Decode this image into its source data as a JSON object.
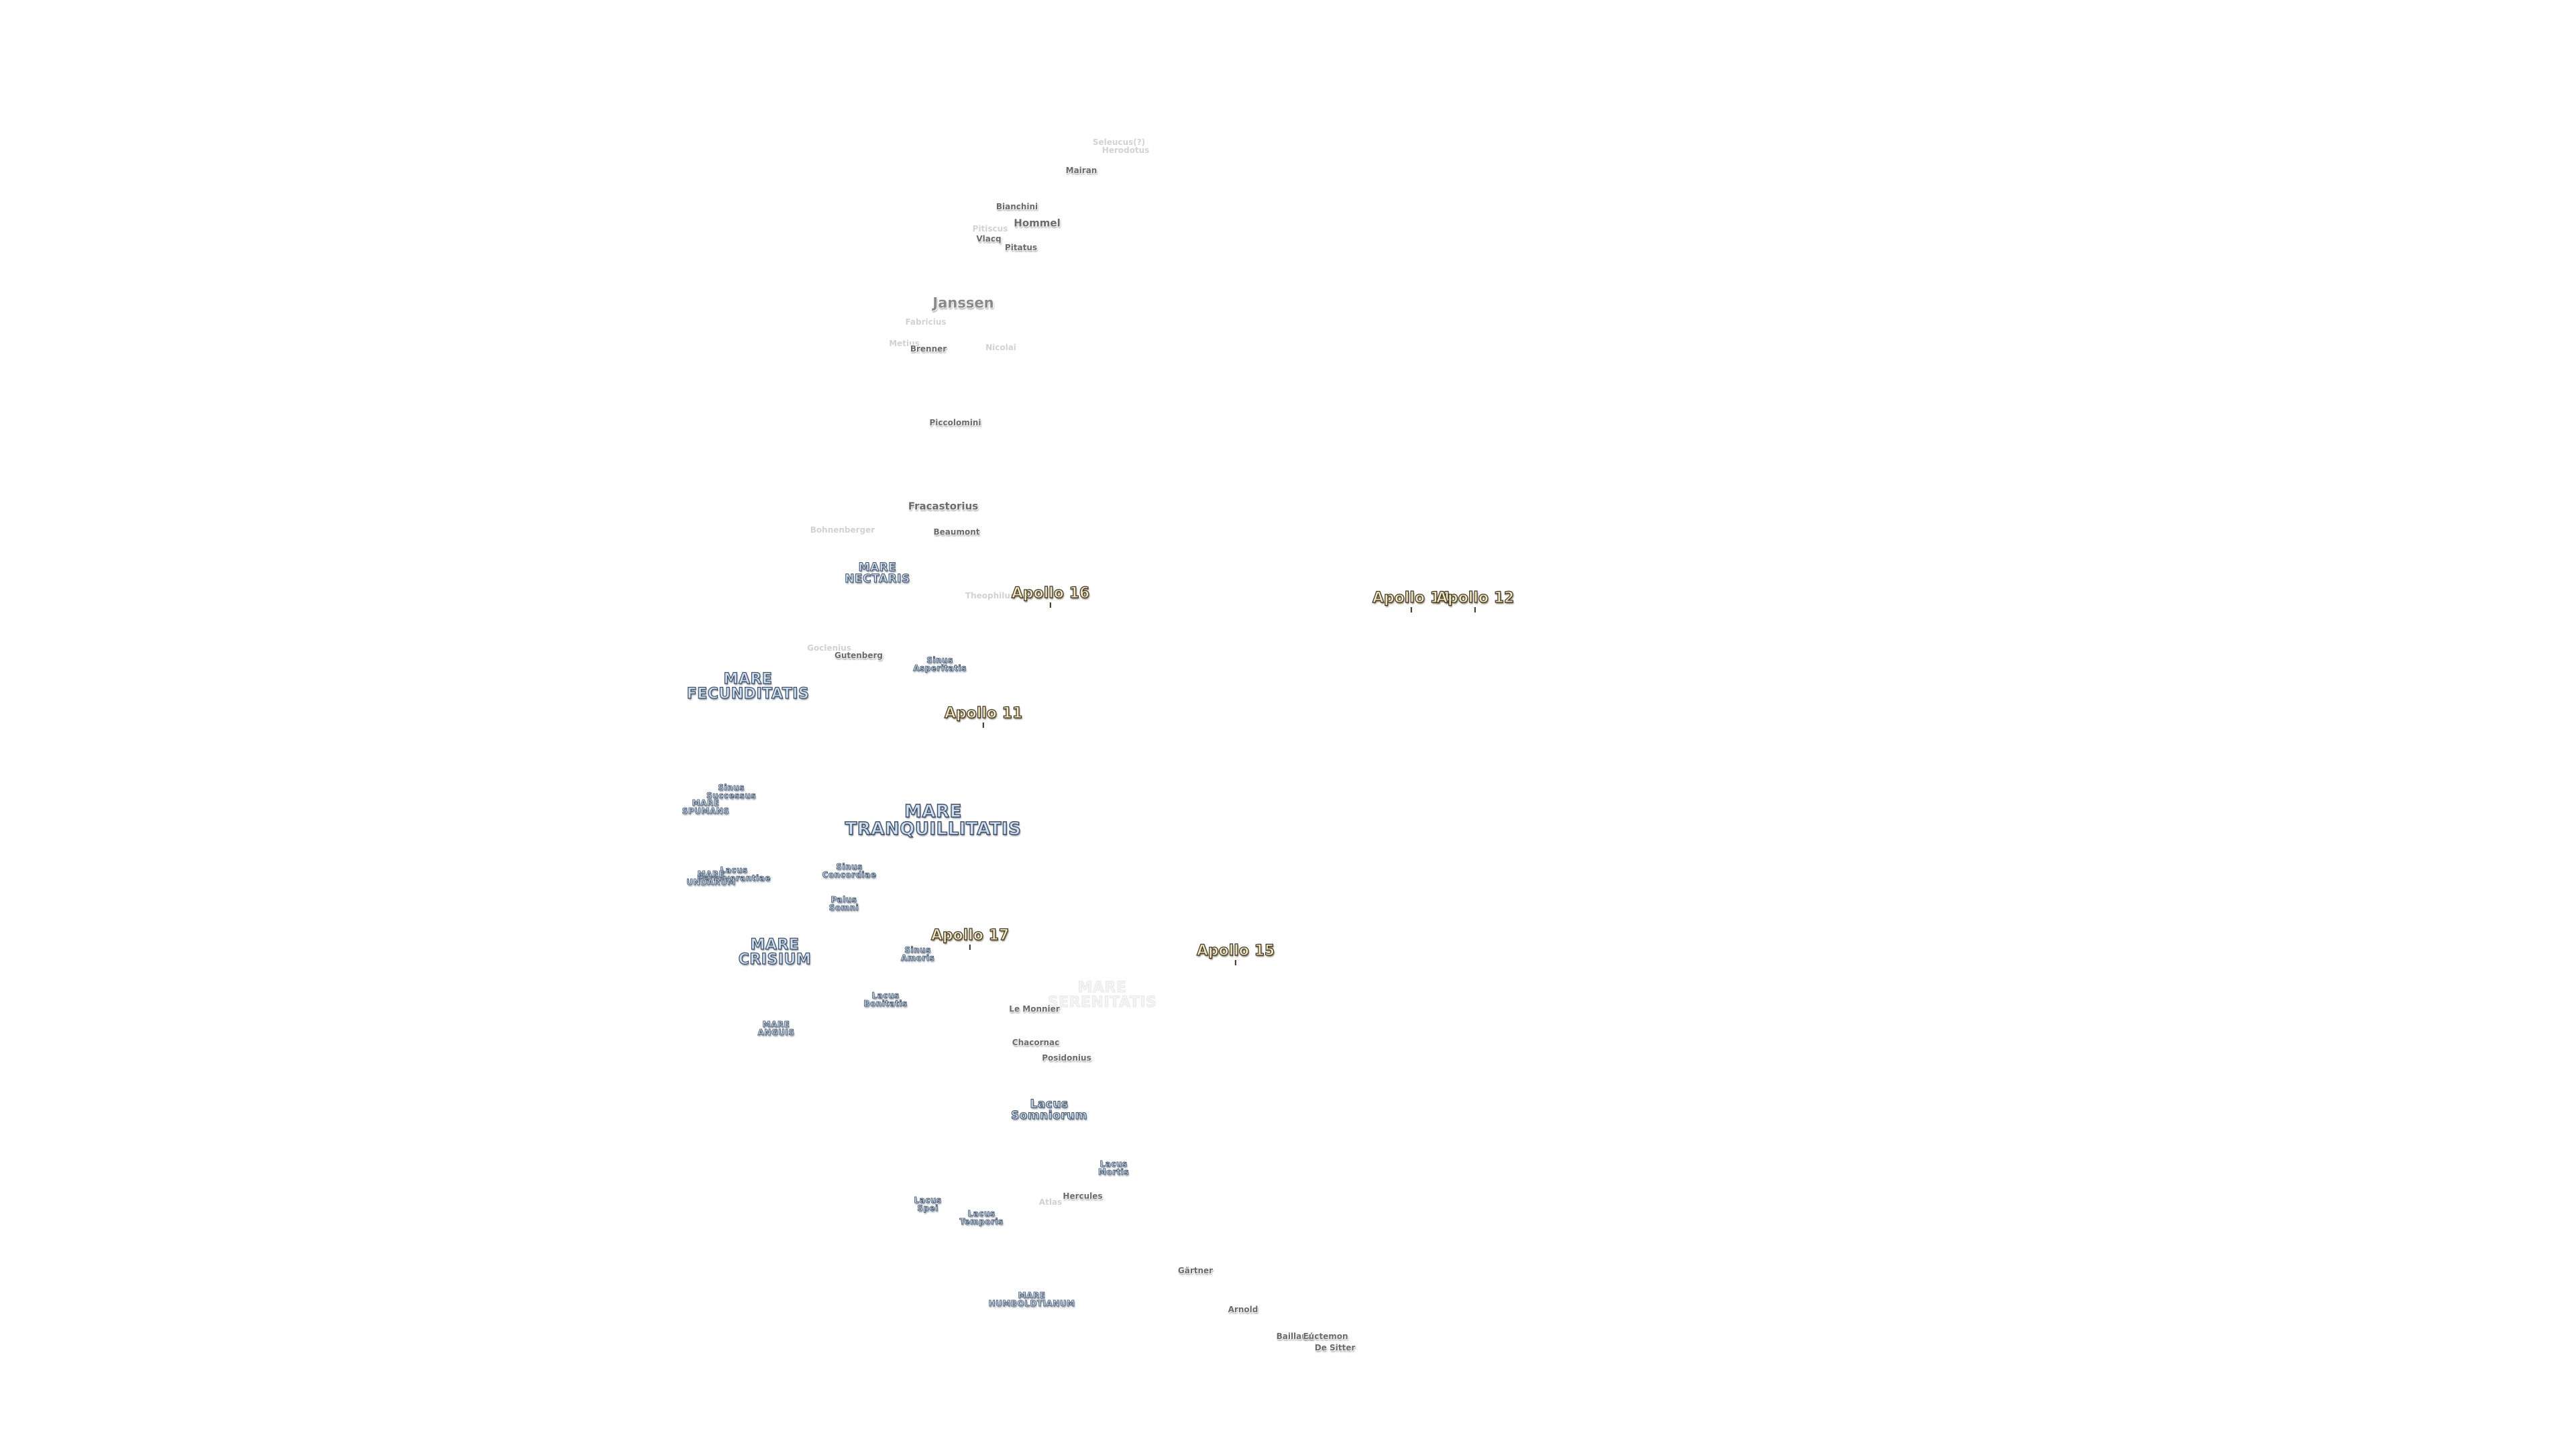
{
  "map": {
    "labels": [
      {
        "id": "seleucus",
        "text": "Seleucus(?)",
        "kind": "crater",
        "size": "sm",
        "faint": true
      },
      {
        "id": "herodotus",
        "text": "Herodotus",
        "kind": "crater",
        "size": "sm",
        "faint": true
      },
      {
        "id": "mairan",
        "text": "Mairan",
        "kind": "crater",
        "size": "sm"
      },
      {
        "id": "bianchini",
        "text": "Bianchini",
        "kind": "crater",
        "size": "sm"
      },
      {
        "id": "hommel",
        "text": "Hommel",
        "kind": "crater",
        "size": "md"
      },
      {
        "id": "pitiscus",
        "text": "Pitiscus",
        "kind": "crater",
        "size": "sm",
        "faint": true
      },
      {
        "id": "vlacq",
        "text": "Vlacq",
        "kind": "crater",
        "size": "sm"
      },
      {
        "id": "pitatus",
        "text": "Pitatus",
        "kind": "crater",
        "size": "sm"
      },
      {
        "id": "janssen",
        "text": "Janssen",
        "kind": "crater",
        "size": "lg"
      },
      {
        "id": "fabricius",
        "text": "Fabricius",
        "kind": "crater",
        "size": "sm",
        "faint": true
      },
      {
        "id": "metius",
        "text": "Metius",
        "kind": "crater",
        "size": "sm",
        "faint": true
      },
      {
        "id": "brenner",
        "text": "Brenner",
        "kind": "crater",
        "size": "sm"
      },
      {
        "id": "nicolai",
        "text": "Nicolai",
        "kind": "crater",
        "size": "sm",
        "faint": true
      },
      {
        "id": "piccolomini",
        "text": "Piccolomini",
        "kind": "crater",
        "size": "sm"
      },
      {
        "id": "fracastorius",
        "text": "Fracastorius",
        "kind": "crater",
        "size": "md"
      },
      {
        "id": "bohnenberger",
        "text": "Bohnenberger",
        "kind": "crater",
        "size": "sm",
        "faint": true
      },
      {
        "id": "beaumont",
        "text": "Beaumont",
        "kind": "crater",
        "size": "sm"
      },
      {
        "id": "mare-nectaris",
        "text": "MARE\nNECTARIS",
        "kind": "sea",
        "size": "md"
      },
      {
        "id": "theophilus",
        "text": "Theophilus",
        "kind": "crater",
        "size": "sm",
        "faint": true
      },
      {
        "id": "apollo-16",
        "text": "Apollo 16",
        "kind": "apollo"
      },
      {
        "id": "apollo-14",
        "text": "Apollo 14",
        "kind": "apollo"
      },
      {
        "id": "apollo-12",
        "text": "Apollo 12",
        "kind": "apollo"
      },
      {
        "id": "goclenius",
        "text": "Goclenius",
        "kind": "crater",
        "size": "sm",
        "faint": true
      },
      {
        "id": "gutenberg",
        "text": "Gutenberg",
        "kind": "crater",
        "size": "sm"
      },
      {
        "id": "sinus-asperitatis",
        "text": "Sinus\nAsperitatis",
        "kind": "sea",
        "size": "sm"
      },
      {
        "id": "mare-fecunditatis",
        "text": "MARE\nFECUNDITATIS",
        "kind": "sea",
        "size": "lg"
      },
      {
        "id": "apollo-11",
        "text": "Apollo 11",
        "kind": "apollo"
      },
      {
        "id": "sinus-successus",
        "text": "Sinus\nSuccessus",
        "kind": "sea",
        "size": "sm"
      },
      {
        "id": "mare-spumans",
        "text": "MARE\nSPUMANS",
        "kind": "sea",
        "size": "sm"
      },
      {
        "id": "mare-tranquillitatis",
        "text": "MARE\nTRANQUILLITATIS",
        "kind": "sea",
        "size": "xl"
      },
      {
        "id": "lacus-perseverantiae",
        "text": "Lacus\nPerseverantiae",
        "kind": "sea",
        "size": "sm"
      },
      {
        "id": "mare-undarum",
        "text": "MARE\nUNDARUM",
        "kind": "sea",
        "size": "sm"
      },
      {
        "id": "sinus-concordiae",
        "text": "Sinus\nConcordiae",
        "kind": "sea",
        "size": "sm"
      },
      {
        "id": "palus-somni",
        "text": "Palus\nSomni",
        "kind": "sea",
        "size": "sm"
      },
      {
        "id": "mare-crisium",
        "text": "MARE\nCRISIUM",
        "kind": "sea",
        "size": "lg"
      },
      {
        "id": "sinus-amoris",
        "text": "Sinus\nAmoris",
        "kind": "sea",
        "size": "sm"
      },
      {
        "id": "apollo-17",
        "text": "Apollo 17",
        "kind": "apollo"
      },
      {
        "id": "apollo-15",
        "text": "Apollo 15",
        "kind": "apollo"
      },
      {
        "id": "mare-serenitatis",
        "text": "MARE\nSERENITATIS",
        "kind": "sea",
        "size": "lg",
        "faint": true
      },
      {
        "id": "lacus-bonitatis",
        "text": "Lacus\nBonitatis",
        "kind": "sea",
        "size": "sm"
      },
      {
        "id": "le-monnier",
        "text": "Le Monnier",
        "kind": "crater",
        "size": "sm"
      },
      {
        "id": "mare-anguis",
        "text": "MARE\nANGUIS",
        "kind": "sea",
        "size": "sm"
      },
      {
        "id": "chacornac",
        "text": "Chacornac",
        "kind": "crater",
        "size": "sm"
      },
      {
        "id": "posidonius",
        "text": "Posidonius",
        "kind": "crater",
        "size": "sm"
      },
      {
        "id": "lacus-somniorum",
        "text": "Lacus\nSomniorum",
        "kind": "sea",
        "size": "md"
      },
      {
        "id": "lacus-mortis",
        "text": "Lacus\nMortis",
        "kind": "sea",
        "size": "sm"
      },
      {
        "id": "lacus-spei",
        "text": "Lacus\nSpei",
        "kind": "sea",
        "size": "sm"
      },
      {
        "id": "lacus-temporis",
        "text": "Lacus\nTemporis",
        "kind": "sea",
        "size": "sm"
      },
      {
        "id": "atlas",
        "text": "Atlas",
        "kind": "crater",
        "size": "sm",
        "faint": true
      },
      {
        "id": "hercules",
        "text": "Hercules",
        "kind": "crater",
        "size": "sm"
      },
      {
        "id": "gartner",
        "text": "Gärtner",
        "kind": "crater",
        "size": "sm"
      },
      {
        "id": "mare-humboldtianum",
        "text": "MARE\nHUMBOLDTIANUM",
        "kind": "sea",
        "size": "sm"
      },
      {
        "id": "arnold",
        "text": "Arnold",
        "kind": "crater",
        "size": "sm"
      },
      {
        "id": "baillaud",
        "text": "Baillaud",
        "kind": "crater",
        "size": "sm"
      },
      {
        "id": "euctemon",
        "text": "Euctemon",
        "kind": "crater",
        "size": "sm"
      },
      {
        "id": "de-sitter",
        "text": "De Sitter",
        "kind": "crater",
        "size": "sm"
      }
    ]
  }
}
